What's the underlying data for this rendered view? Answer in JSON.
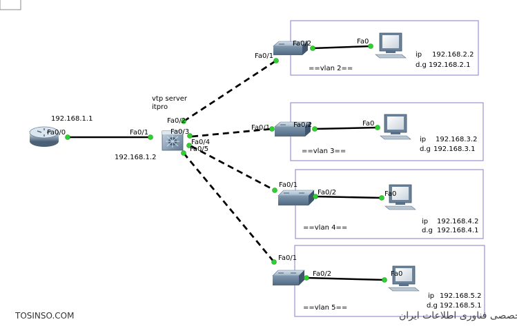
{
  "router": {
    "label_ip": "192.168.1.1",
    "port": "Fa0/0"
  },
  "core_switch": {
    "title_line1": "vtp server",
    "title_line2": "itpro",
    "ip": "192.168.1.2",
    "ports": {
      "uplink": "Fa0/1",
      "p2": "Fa0/2",
      "p3": "Fa0/3",
      "p4": "Fa0/4",
      "p5": "Fa0/5"
    }
  },
  "vlans": [
    {
      "sw_in": "Fa0/1",
      "sw_out": "Fa0/2",
      "pc_port": "Fa0",
      "vlan_label": "==vlan 2==",
      "ip_key": "ip",
      "ip": "192.168.2.2",
      "gw_key": "d.g",
      "gw": "192.168.2.1"
    },
    {
      "sw_in": "Fa0/1",
      "sw_out": "Fa0/2",
      "pc_port": "Fa0",
      "vlan_label": "==vlan 3==",
      "ip_key": "ip",
      "ip": "192.168.3.2",
      "gw_key": "d.g",
      "gw": "192.168.3.1"
    },
    {
      "sw_in": "Fa0/1",
      "sw_out": "Fa0/2",
      "pc_port": "Fa0",
      "vlan_label": "==vlan 4==",
      "ip_key": "ip",
      "ip": "192.168.4.2",
      "gw_key": "d.g",
      "gw": "192.168.4.1"
    },
    {
      "sw_in": "Fa0/1",
      "sw_out": "Fa0/2",
      "pc_port": "Fa0",
      "vlan_label": "==vlan 5==",
      "ip_key": "ip",
      "ip": "192.168.5.2",
      "gw_key": "d.g",
      "gw": "192.168.5.1"
    }
  ],
  "watermark": {
    "left": "TOSINSO.COM",
    "right": "ITPro.ir - وب سایت تخصصی فناوری اطلاعات ایران"
  },
  "colors": {
    "link_dot": "#2fd12f",
    "box_border": "#9a8fd6",
    "link": "#000000"
  }
}
